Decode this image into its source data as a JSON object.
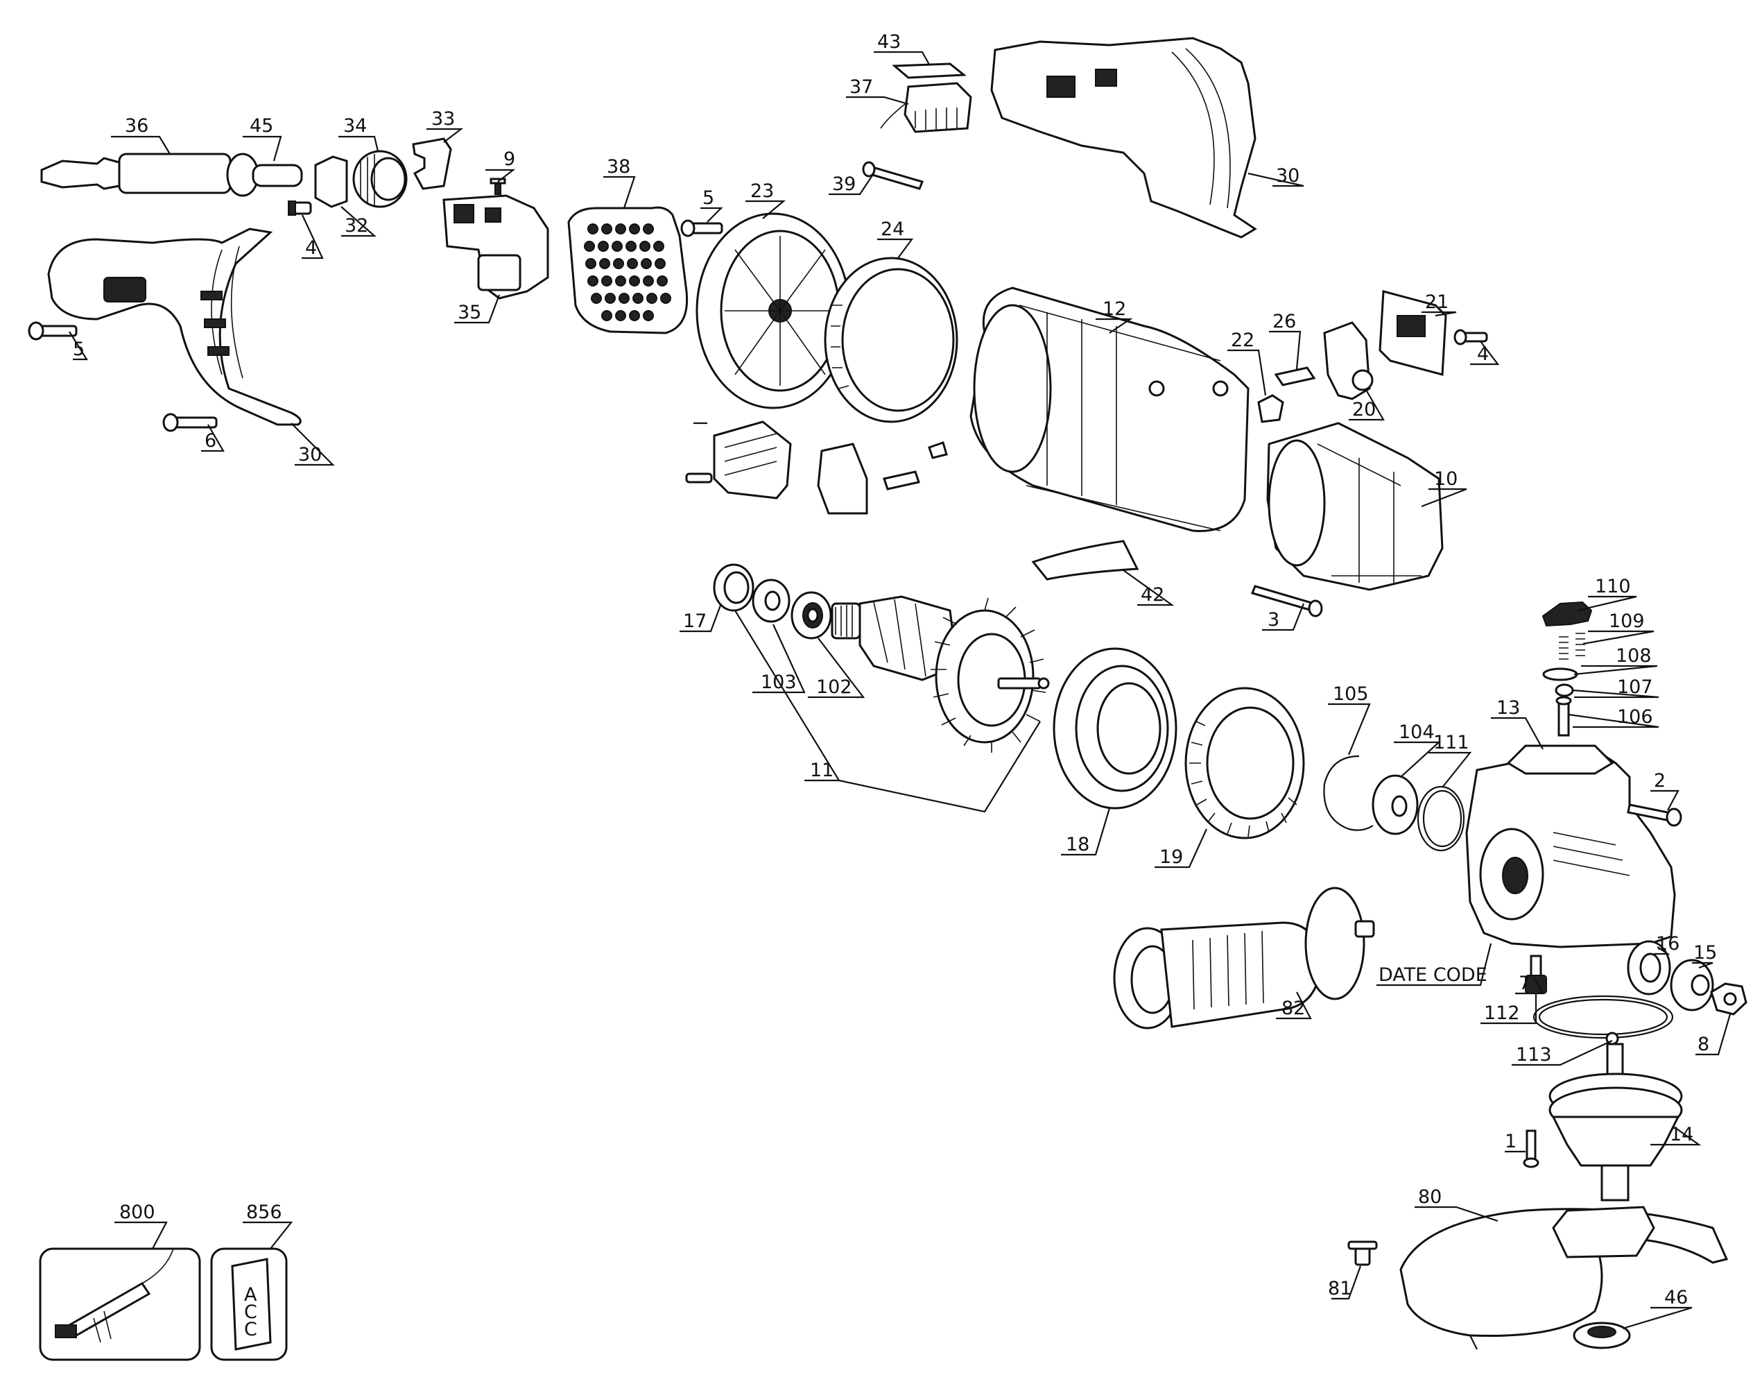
{
  "diagram": {
    "labels": {
      "l1": "1",
      "l2": "2",
      "l3": "3",
      "l4a": "4",
      "l4b": "4",
      "l5a": "5",
      "l5b": "5",
      "l6": "6",
      "l7": "7",
      "l8": "8",
      "l9": "9",
      "l10": "10",
      "l11": "11",
      "l12": "12",
      "l13": "13",
      "l14": "14",
      "l15": "15",
      "l16": "16",
      "l17": "17",
      "l18": "18",
      "l19": "19",
      "l20": "20",
      "l21": "21",
      "l22": "22",
      "l23": "23",
      "l24": "24",
      "l26": "26",
      "l30a": "30",
      "l30b": "30",
      "l32": "32",
      "l33": "33",
      "l34": "34",
      "l35": "35",
      "l36": "36",
      "l37": "37",
      "l38": "38",
      "l39": "39",
      "l42": "42",
      "l43": "43",
      "l45": "45",
      "l46": "46",
      "l80": "80",
      "l81": "81",
      "l82": "82",
      "l102": "102",
      "l103": "103",
      "l104": "104",
      "l105": "105",
      "l106": "106",
      "l107": "107",
      "l108": "108",
      "l109": "109",
      "l110": "110",
      "l111": "111",
      "l112": "112",
      "l113": "113",
      "l800": "800",
      "l856": "856",
      "date_code": "DATE CODE"
    },
    "label_856_letters": [
      "A",
      "C",
      "C"
    ]
  }
}
